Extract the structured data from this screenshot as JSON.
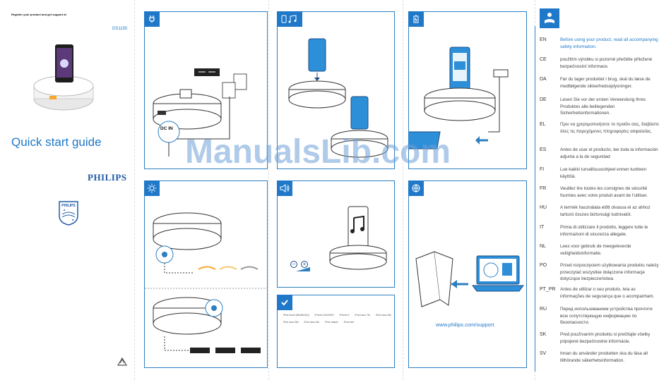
{
  "cover": {
    "register_text": "Register your product and get support at",
    "model": "DS1150",
    "title": "Quick start guide",
    "brand": "PHILIPS",
    "shield_text": "PHILIPS"
  },
  "panels": {
    "power": {
      "icon": "plug-icon",
      "dc_in": "DC IN"
    },
    "dock": {
      "icon": "phone-music-icon"
    },
    "charge": {
      "icon": "battery-icon"
    },
    "brightness": {
      "icon": "sun-icon"
    },
    "volume": {
      "icon": "speaker-icon",
      "minus": "−",
      "plus": "+"
    },
    "support": {
      "icon": "globe-icon",
      "url": "www.philips.com/support"
    },
    "compat": {
      "icon": "check-icon"
    }
  },
  "watermark": "ManualsLib.com",
  "languages": [
    {
      "code": "EN",
      "text": "Before using your product, read all accompanying safety information."
    },
    {
      "code": "CE",
      "text": "použitím výrobku si pozorně přečtěte přiložené bezpečnostní informace."
    },
    {
      "code": "DA",
      "text": "Før du tager produktet i brug, skal du læse de medfølgende sikkerhedsoplysninger."
    },
    {
      "code": "DE",
      "text": "Lesen Sie vor der ersten Verwendung Ihres Produktes alle beiliegenden Sicherheitsinformationen."
    },
    {
      "code": "EL",
      "text": "Πριν να χρησιμοποιήσετε το προϊόν σας, διαβάστε όλες τις παρεχόμενες πληροφορίες ασφαλείας."
    },
    {
      "code": "ES",
      "text": "Antes de usar el producto, lee toda la información adjunta a la de seguridad"
    },
    {
      "code": "FI",
      "text": "Lue kaikki turvallisuusohjeet ennen tuotteen käyttöä."
    },
    {
      "code": "FR",
      "text": "Veuillez lire toutes les consignes de sécurité fournies avec votre produit avant de l'utiliser."
    },
    {
      "code": "HU",
      "text": "A termék használata előtt olvassa el az ahhoz tartozó összes biztonsági tudnivalót."
    },
    {
      "code": "IT",
      "text": "Prima di utilizzare il prodotto, leggere tutte le informazioni di sicurezza allegate."
    },
    {
      "code": "NL",
      "text": "Lees voor gebruik de meegeleverde veiligheidsinformatie."
    },
    {
      "code": "PO",
      "text": "Przed rozpoczęciem użytkowania produktu należy przeczytać wszystkie dołączone informacje dotyczące bezpieczeństwa."
    },
    {
      "code": "PT_PR",
      "text": "Antes de utilizar o seu produto, leia as informações de segurança que o acompanham."
    },
    {
      "code": "RU",
      "text": "Перед использованием устройства прочтите всю сопутствующую информацию по безопасности."
    },
    {
      "code": "SK",
      "text": "Pred používaním produktu si prečítajte všetky pripojené bezpečnostné informácie."
    },
    {
      "code": "SV",
      "text": "Innan du använder produkten ska du läsa all tillhörande säkerhetsinformation."
    }
  ],
  "devices": [
    "iPod touch (5th/4th/3rd)",
    "iPhone 4S/4/3GS",
    "iPhone 5",
    "iPod nano 7th",
    "iPod nano 6th",
    "iPod nano 5th",
    "iPod nano 4th",
    "iPod classic",
    "iPod mini"
  ]
}
